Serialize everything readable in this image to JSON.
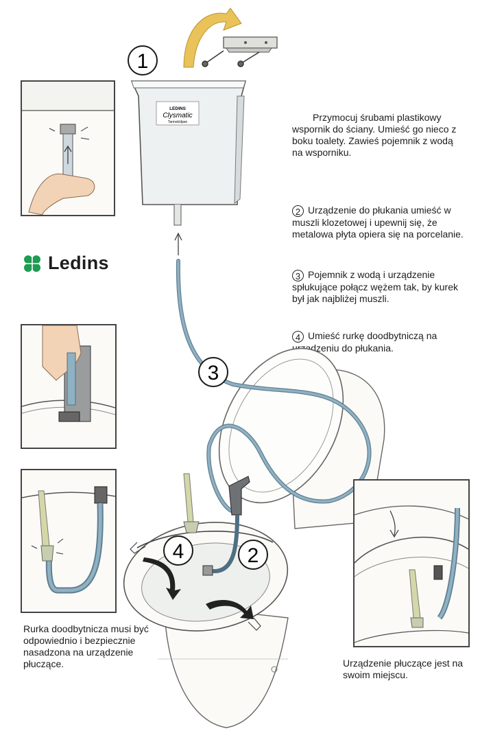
{
  "instructions": {
    "step1": "Przymocuj śrubami plastikowy wspornik do ściany. Umieść go nieco z boku toalety. Zawieś pojemnik z wodą na wsporniku.",
    "step2": "Urządzenie do płukania umieść w muszli klozetowej i upewnij się, że metalowa płyta opiera się na porcelanie.",
    "step3": "Pojemnik z wodą i urządzenie spłukujące połącz wężem tak,  by kurek był jak najbliżej muszli.",
    "step4": "Umieść rurkę doodbytniczą na urządzeniu do płukania."
  },
  "captions": {
    "left_bottom": "Rurka doodbytnicza musi być odpowiednio i bezpiecznie nasadzona na urządzenie płuczące.",
    "right_bottom": "Urządzenie płuczące jest na swoim miejscu."
  },
  "step_numbers": {
    "n1": "1",
    "n2": "2",
    "n3": "3",
    "n4": "4"
  },
  "logo": {
    "brand": "Ledins",
    "color": "#1f9b52"
  },
  "container_label": {
    "line1": "LEDINS",
    "line2": "Clysmatic",
    "line3": "Tarmsköljare"
  },
  "colors": {
    "hose": "#8fb1c2",
    "arrow": "#e9c25a",
    "nozzle": "#d4d8a8"
  }
}
